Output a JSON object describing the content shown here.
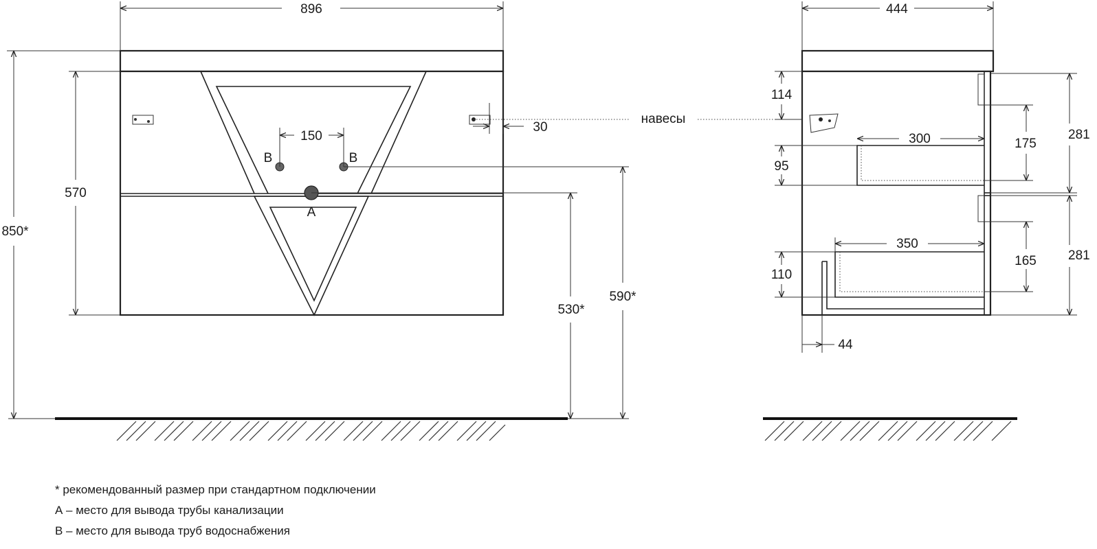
{
  "front_view": {
    "dimensions": {
      "width": "896",
      "height_total": "850*",
      "height_body": "570",
      "holes_spacing": "150",
      "hanger_offset": "30",
      "drain_height": "530*",
      "supply_height": "590*"
    },
    "labels": {
      "supply_left": "B",
      "supply_right": "B",
      "drain": "A",
      "hangers": "навесы"
    }
  },
  "side_view": {
    "dimensions": {
      "depth": "444",
      "hanger_drop": "114",
      "upper_drawer_depth": "300",
      "upper_drawer_height": "95",
      "upper_drawer_offset": "175",
      "upper_front_height": "281",
      "lower_drawer_depth": "350",
      "lower_drawer_offset": "165",
      "lower_drawer_height": "110",
      "lower_front_height": "281",
      "back_offset": "44"
    }
  },
  "notes": [
    "* рекомендованный размер при стандартном подключении",
    "А – место для вывода трубы канализации",
    "В – место для вывода труб водоснабжения"
  ],
  "colors": {
    "line": "#222222",
    "drain_fill": "#555555",
    "background": "#ffffff"
  }
}
